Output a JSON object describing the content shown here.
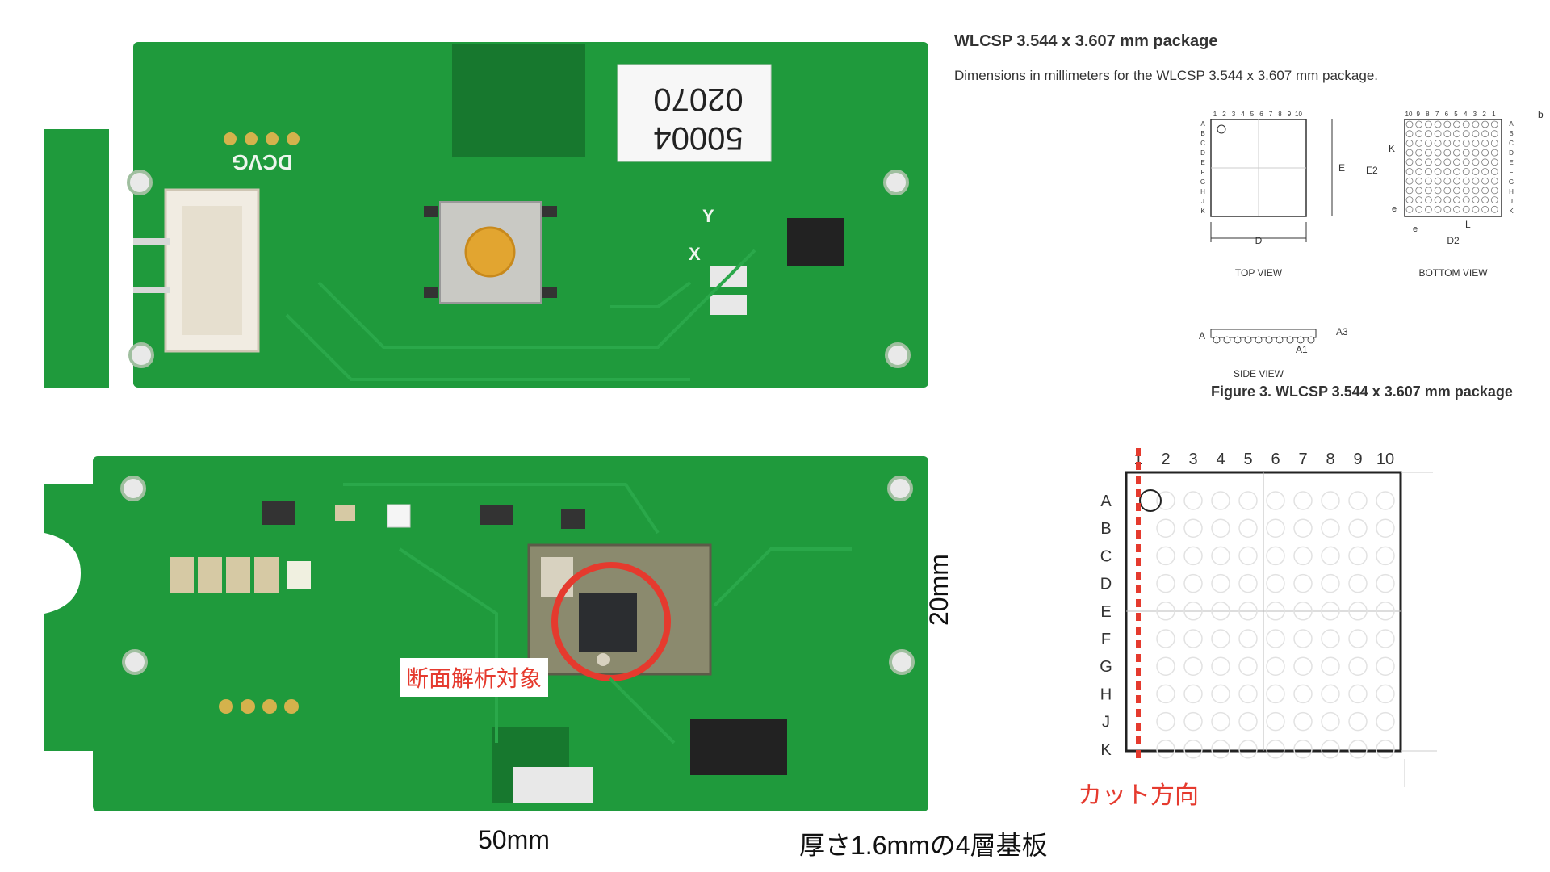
{
  "package": {
    "title": "WLCSP 3.544 x 3.607 mm package",
    "subtitle": "Dimensions in millimeters for the WLCSP 3.544 x 3.607 mm package.",
    "figure_caption": "Figure 3. WLCSP 3.544 x 3.607 mm package",
    "top_view_label": "TOP VIEW",
    "bottom_view_label": "BOTTOM VIEW",
    "side_view_label": "SIDE VIEW",
    "top_cols": [
      "1",
      "2",
      "3",
      "4",
      "5",
      "6",
      "7",
      "8",
      "9",
      "10"
    ],
    "bottom_cols": [
      "10",
      "9",
      "8",
      "7",
      "6",
      "5",
      "4",
      "3",
      "2",
      "1"
    ],
    "rows": [
      "A",
      "B",
      "C",
      "D",
      "E",
      "F",
      "G",
      "H",
      "J",
      "K"
    ],
    "dims": {
      "D": "D",
      "E": "E",
      "E2": "E2",
      "K": "K",
      "e": "e",
      "L": "L",
      "D2": "D2",
      "b": "b",
      "A": "A",
      "A1": "A1",
      "A3": "A3"
    }
  },
  "board": {
    "top_silk_label": "DCVG",
    "sticker_line1": "02070",
    "sticker_line2": "50004",
    "axis_y": "Y",
    "axis_x": "X",
    "annotation": "断面解析対象",
    "width_label": "50mm",
    "height_label": "20mm",
    "thickness_label": "厚さ1.6mmの4層基板"
  },
  "grid": {
    "cols": [
      "1",
      "2",
      "3",
      "4",
      "5",
      "6",
      "7",
      "8",
      "9",
      "10"
    ],
    "rows": [
      "A",
      "B",
      "C",
      "D",
      "E",
      "F",
      "G",
      "H",
      "J",
      "K"
    ],
    "cut_label": "カット方向"
  },
  "colors": {
    "pcb": "#1f9a3c",
    "pcb_dark": "#17782e",
    "copper": "#d4b24c",
    "accent_red": "#e53a2e"
  }
}
